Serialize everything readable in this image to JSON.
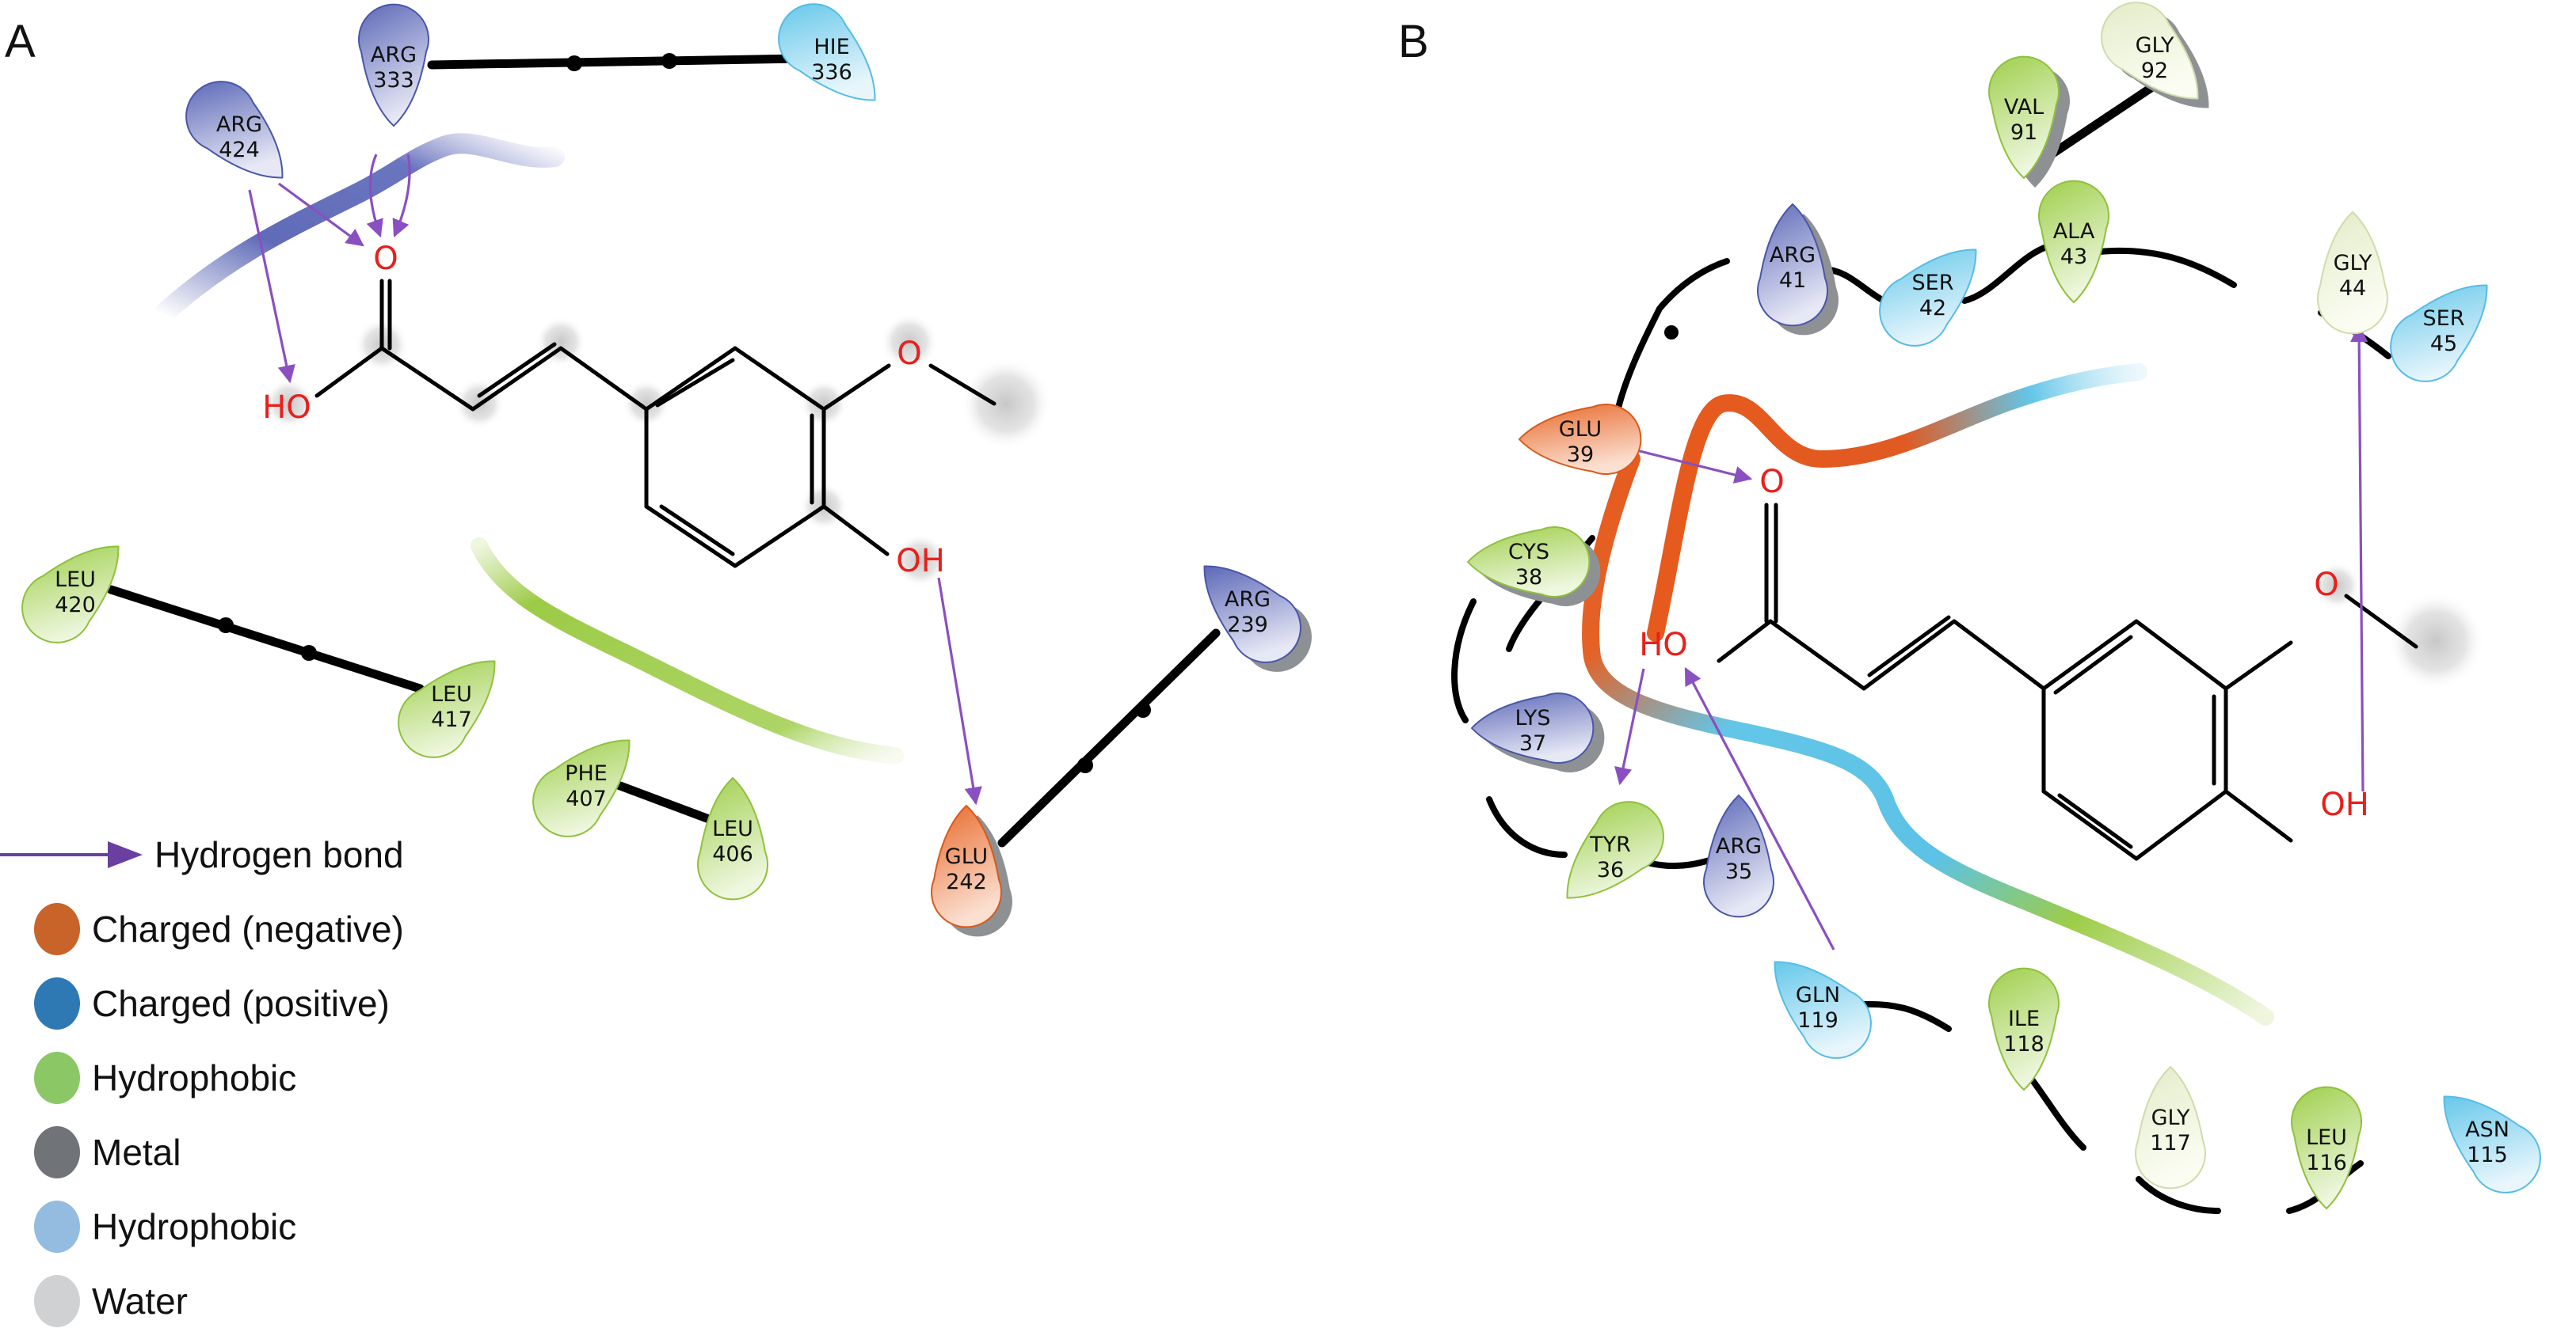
{
  "panels": {
    "A": {
      "label": "A",
      "residues": [
        {
          "id": "arg333",
          "name": "ARG",
          "num": "333",
          "type": "positive"
        },
        {
          "id": "hie336",
          "name": "HIE",
          "num": "336",
          "type": "polar"
        },
        {
          "id": "arg424",
          "name": "ARG",
          "num": "424",
          "type": "positive"
        },
        {
          "id": "leu420",
          "name": "LEU",
          "num": "420",
          "type": "hydrophobic"
        },
        {
          "id": "leu417",
          "name": "LEU",
          "num": "417",
          "type": "hydrophobic"
        },
        {
          "id": "phe407",
          "name": "PHE",
          "num": "407",
          "type": "hydrophobic"
        },
        {
          "id": "leu406",
          "name": "LEU",
          "num": "406",
          "type": "hydrophobic"
        },
        {
          "id": "arg239",
          "name": "ARG",
          "num": "239",
          "type": "positive"
        },
        {
          "id": "glu242",
          "name": "GLU",
          "num": "242",
          "type": "negative"
        }
      ],
      "atoms": {
        "carbonyl_o": "O",
        "carboxyl_oh": "HO",
        "methoxy_o": "O",
        "phenol_oh": "OH"
      },
      "hydrogen_bonds": [
        {
          "from": "ARG 424",
          "to": "O (carbonyl)"
        },
        {
          "from": "ARG 424",
          "to": "HO (carboxyl)"
        },
        {
          "from": "ARG 333",
          "to": "O (carbonyl)"
        },
        {
          "from": "ARG 333",
          "to": "O (carbonyl)"
        },
        {
          "from": "OH (phenol)",
          "to": "GLU 242"
        }
      ]
    },
    "B": {
      "label": "B",
      "residues": [
        {
          "id": "val91",
          "name": "VAL",
          "num": "91",
          "type": "hydrophobic"
        },
        {
          "id": "gly92",
          "name": "GLY",
          "num": "92",
          "type": "glycine"
        },
        {
          "id": "arg41",
          "name": "ARG",
          "num": "41",
          "type": "positive"
        },
        {
          "id": "ser42",
          "name": "SER",
          "num": "42",
          "type": "polar"
        },
        {
          "id": "ala43",
          "name": "ALA",
          "num": "43",
          "type": "hydrophobic"
        },
        {
          "id": "gly44",
          "name": "GLY",
          "num": "44",
          "type": "glycine"
        },
        {
          "id": "ser45",
          "name": "SER",
          "num": "45",
          "type": "polar"
        },
        {
          "id": "glu39",
          "name": "GLU",
          "num": "39",
          "type": "negative"
        },
        {
          "id": "cys38",
          "name": "CYS",
          "num": "38",
          "type": "hydrophobic"
        },
        {
          "id": "lys37",
          "name": "LYS",
          "num": "37",
          "type": "positive"
        },
        {
          "id": "tyr36",
          "name": "TYR",
          "num": "36",
          "type": "hydrophobic"
        },
        {
          "id": "arg35",
          "name": "ARG",
          "num": "35",
          "type": "positive"
        },
        {
          "id": "gln119",
          "name": "GLN",
          "num": "119",
          "type": "polar"
        },
        {
          "id": "ile118",
          "name": "ILE",
          "num": "118",
          "type": "hydrophobic"
        },
        {
          "id": "gly117",
          "name": "GLY",
          "num": "117",
          "type": "glycine"
        },
        {
          "id": "leu116",
          "name": "LEU",
          "num": "116",
          "type": "hydrophobic"
        },
        {
          "id": "asn115",
          "name": "ASN",
          "num": "115",
          "type": "polar"
        }
      ],
      "atoms": {
        "carbonyl_o": "O",
        "carboxyl_oh": "HO",
        "methoxy_o": "O",
        "phenol_oh": "OH"
      },
      "hydrogen_bonds": [
        {
          "from": "GLU 39",
          "to": "O (carbonyl)"
        },
        {
          "from": "HO (carboxyl)",
          "to": "TYR 36"
        },
        {
          "from": "GLN 119",
          "to": "HO (carboxyl)"
        },
        {
          "from": "OH (phenol)",
          "to": "GLY 44"
        }
      ]
    }
  },
  "legend": [
    {
      "key": "hbond",
      "label": "Hydrogen bond",
      "kind": "arrow",
      "color": "#6a3fa0"
    },
    {
      "key": "negative",
      "label": "Charged (negative)",
      "kind": "dot",
      "color": "#c8632a"
    },
    {
      "key": "positive",
      "label": "Charged (positive)",
      "kind": "dot",
      "color": "#2e78b4"
    },
    {
      "key": "hydrophobic",
      "label": "Hydrophobic",
      "kind": "dot",
      "color": "#8cc765"
    },
    {
      "key": "metal",
      "label": "Metal",
      "kind": "dot",
      "color": "#707478"
    },
    {
      "key": "polar",
      "label": "Hydrophobic",
      "kind": "dot",
      "color": "#93bce0"
    },
    {
      "key": "water",
      "label": "Water",
      "kind": "dot",
      "color": "#d0d1d2"
    }
  ],
  "residue_colors": {
    "positive": {
      "top": "#5d69b8",
      "bottom": "#e6e8f5",
      "stroke": "#4a56a8"
    },
    "negative": {
      "top": "#e8692a",
      "bottom": "#fbe0d2",
      "stroke": "#d85a1a"
    },
    "hydrophobic": {
      "top": "#9fcf4c",
      "bottom": "#eef7df",
      "stroke": "#8fc13c"
    },
    "polar": {
      "top": "#67c8ea",
      "bottom": "#e8f6fc",
      "stroke": "#56bce6"
    },
    "glycine": {
      "top": "#e3ecc8",
      "bottom": "#fbfdf3",
      "stroke": "#cfdcaa"
    }
  }
}
